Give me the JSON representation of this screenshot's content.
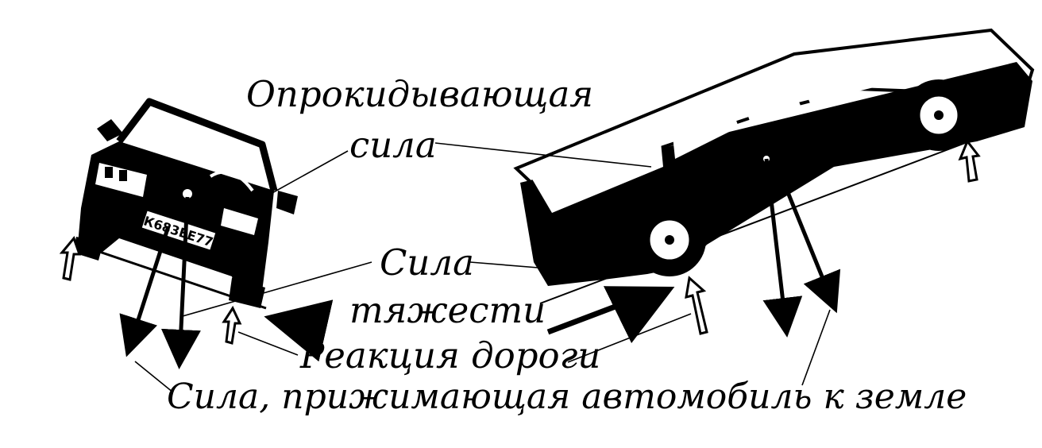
{
  "labels": {
    "overturning_force_line1": "Опрокидывающая",
    "overturning_force_line2": "сила",
    "gravity_line1": "Сила",
    "gravity_line2": "тяжести",
    "road_reaction": "Реакция дороги",
    "downforce": "Сила, прижимающая автомобиль к земле"
  },
  "front_car": {
    "license_plate": "К683ЕЕ77"
  },
  "colors": {
    "ink": "#000000",
    "paper": "#ffffff"
  }
}
